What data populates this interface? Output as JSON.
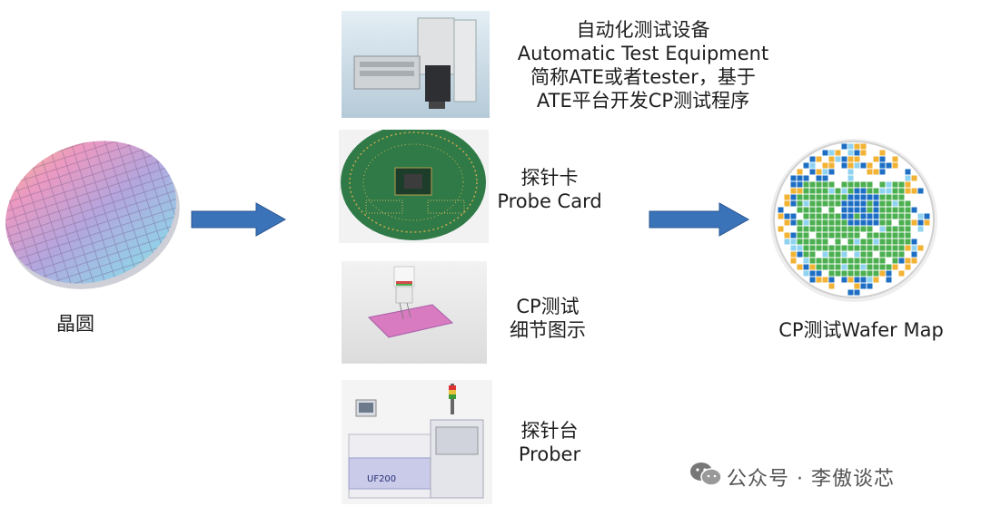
{
  "wafer": {
    "label": "晶圆"
  },
  "ate": {
    "lines": [
      "自动化测试设备",
      "Automatic Test Equipment",
      "简称ATE或者tester，基于",
      "ATE平台开发CP测试程序"
    ]
  },
  "probe_card": {
    "lines": [
      "探针卡",
      "Probe Card"
    ]
  },
  "cp_detail": {
    "lines": [
      "CP测试",
      "细节图示"
    ]
  },
  "prober": {
    "lines": [
      "探针台",
      "Prober"
    ],
    "machine_text": "UF200"
  },
  "wafer_map": {
    "label": "CP测试Wafer Map"
  },
  "watermark": {
    "text": "公众号 · 李傲谈芯"
  },
  "colors": {
    "arrow": "#3b73b9",
    "map_green": "#4caf50",
    "map_blue": "#1e6fc4",
    "map_yellow": "#f2b233",
    "map_cyan": "#8fd3f0"
  }
}
